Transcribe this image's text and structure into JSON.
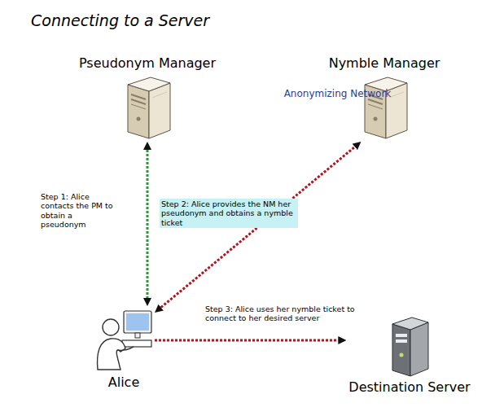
{
  "diagram": {
    "title": "Connecting to a Server",
    "nodes": [
      {
        "text": [
          "Pseudonym Manager"
        ]
      },
      {
        "text": [
          "Nymble Manager"
        ]
      },
      {
        "text": [
          "Anonymizing Network"
        ]
      },
      {
        "text": [
          "Alice"
        ]
      },
      {
        "text": [
          "Destination Server"
        ]
      }
    ],
    "edges": [
      {
        "from": 0,
        "to": 3,
        "label": "Step 1: Alice contacts the PM to obtain a pseudonym",
        "arrow": "both"
      },
      {
        "from": 3,
        "to": 1,
        "label": "Step 2: Alice provides the NM her pseudonym and obtains a nymble ticket",
        "arrow": "both"
      },
      {
        "from": 3,
        "to": 4,
        "label": "Step 3: Alice uses her nymble ticket to connect to her desired server",
        "arrow": "to"
      }
    ]
  }
}
